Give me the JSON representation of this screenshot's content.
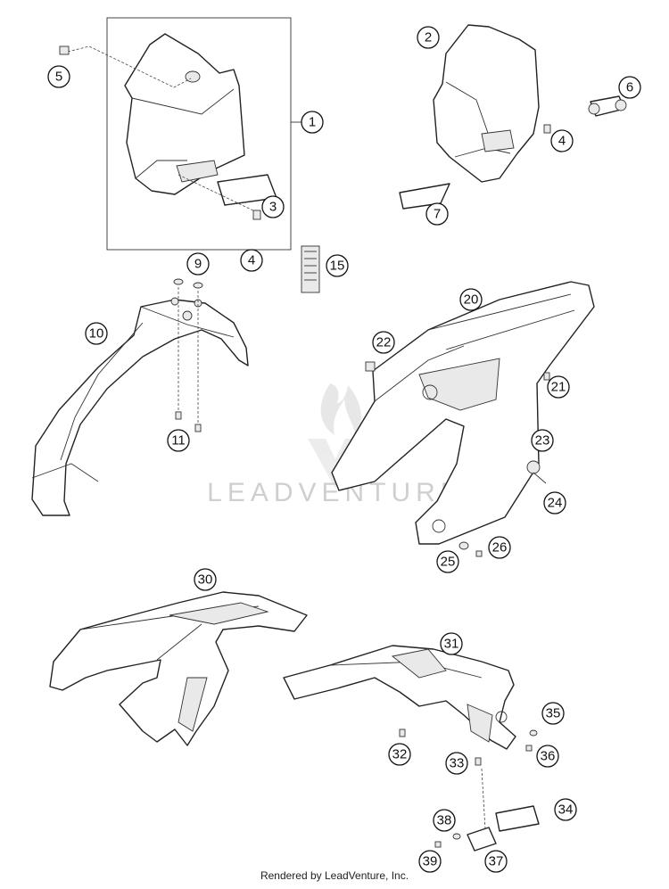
{
  "footer_text": "Rendered by LeadVenture, Inc.",
  "watermark": {
    "text": "LEADVENTURE"
  },
  "callouts": [
    "1",
    "2",
    "3",
    "4",
    "4",
    "5",
    "6",
    "7",
    "9",
    "10",
    "11",
    "15",
    "20",
    "21",
    "22",
    "23",
    "24",
    "25",
    "26",
    "30",
    "31",
    "32",
    "33",
    "34",
    "35",
    "36",
    "37",
    "38",
    "39"
  ]
}
